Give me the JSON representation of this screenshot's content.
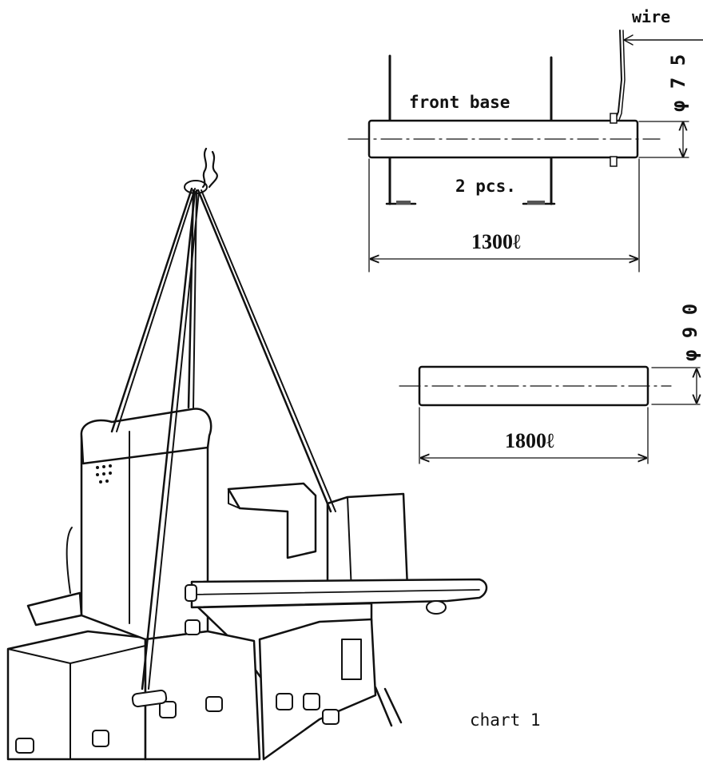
{
  "labels": {
    "wire": "wire",
    "phi75": "φ 7 5",
    "front_base": "front base",
    "pcs": "2 pcs.",
    "len_1300": "1300ℓ",
    "phi90": "φ 9 0",
    "len_1800": "1800ℓ",
    "caption": "chart 1"
  },
  "colors": {
    "ink": "#111111",
    "paper": "#ffffff"
  }
}
